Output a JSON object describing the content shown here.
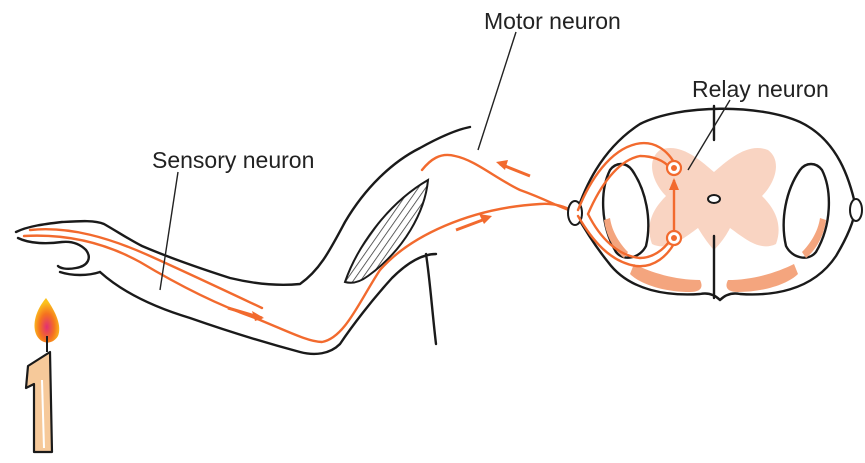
{
  "labels": {
    "motor": "Motor neuron",
    "relay": "Relay neuron",
    "sensory": "Sensory neuron"
  },
  "colors": {
    "nerve": "#f26a2e",
    "nerve_fill": "#fde3d6",
    "grey_matter": "#f9d4c2",
    "cord_edge": "#f4a57e",
    "flame_outer": "#f7a21b",
    "flame_inner": "#e9366b",
    "candle": "#f6c99a",
    "muscle": "#444444"
  },
  "icons": {
    "stimulus": "candle-flame-icon",
    "signal_direction": "arrow-icon"
  }
}
